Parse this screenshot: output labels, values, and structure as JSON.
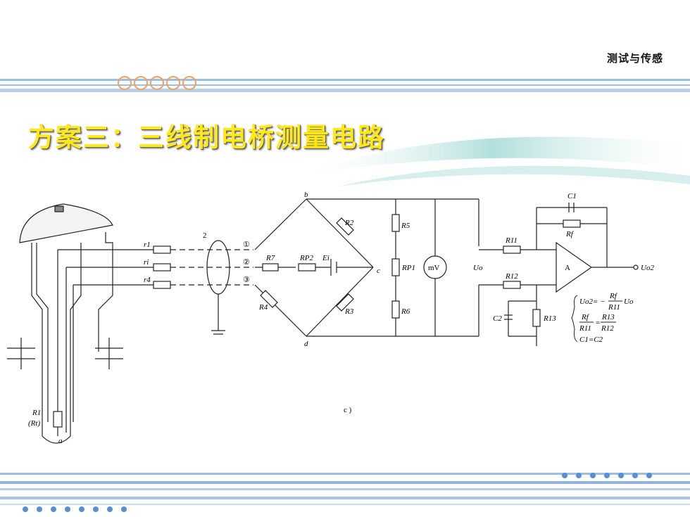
{
  "header": {
    "brand": "测试与传感"
  },
  "title": "方案三：三线制电桥测量电路",
  "diagram": {
    "nodes": {
      "b": "b",
      "c": "c",
      "d": "d",
      "a": "a"
    },
    "lines": {
      "r1": "r1",
      "ri": "ri",
      "r4": "r4",
      "n1": "①",
      "n2": "②",
      "n3": "③",
      "cable": "2"
    },
    "components": {
      "R2": "R2",
      "R3": "R3",
      "R4": "R4",
      "R5": "R5",
      "R6": "R6",
      "R7": "R7",
      "RP2": "RP2",
      "Ei": "Ei",
      "RP1": "RP1",
      "meter": "mV",
      "Uo": "Uo",
      "R11": "R11",
      "R12": "R12",
      "R13": "R13",
      "Rf": "Rf",
      "C1": "C1",
      "C2": "C2",
      "amp": "A",
      "Uo2": "Uo2",
      "Rt1": "R1",
      "Rt2": "(Rt)"
    },
    "equations": {
      "eq1_left": "Uo2= −",
      "eq1_num": "Rf",
      "eq1_den": "R11",
      "eq1_right": "Uo",
      "eq2_num1": "Rf",
      "eq2_den1": "R11",
      "eq2_eq": "=",
      "eq2_num2": "R13",
      "eq2_den2": "R12",
      "eq3": "C1=C2"
    },
    "caption": "c )"
  },
  "colors": {
    "title": "#ffe81a",
    "stripe": "#8fb3d9",
    "teal": "#9fd4d4",
    "dot": "#5a8fd0",
    "circle": "#f0a060"
  }
}
